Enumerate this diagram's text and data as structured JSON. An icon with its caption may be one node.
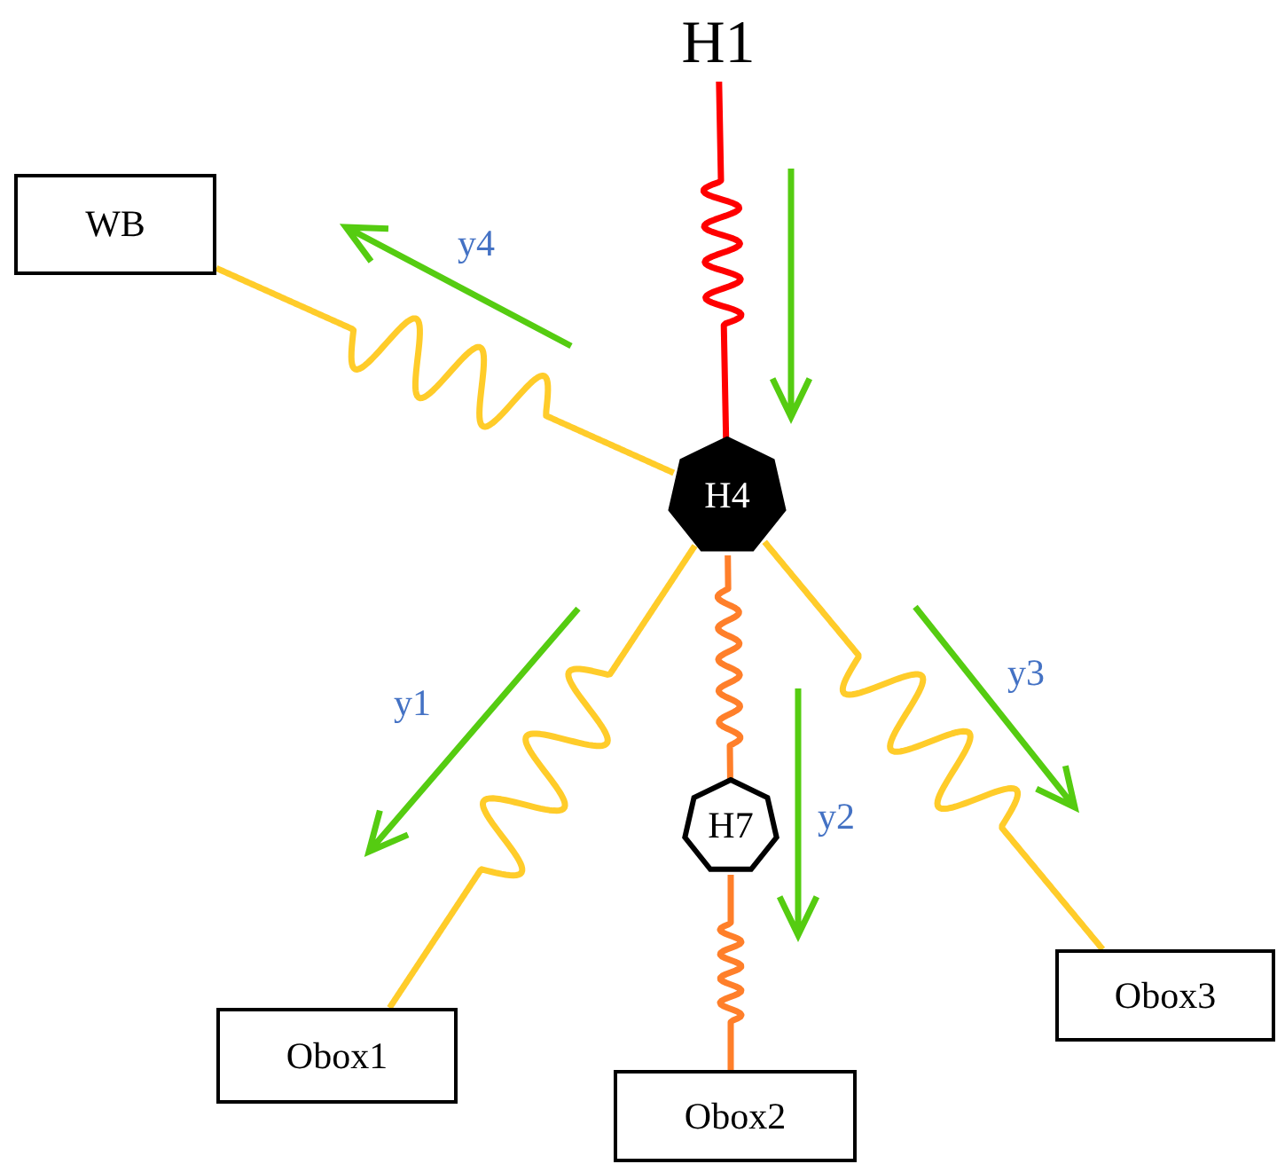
{
  "diagram": {
    "nodes": [
      {
        "text": [
          "H1"
        ]
      },
      {
        "text": [
          "WB"
        ]
      },
      {
        "text": [
          "H4"
        ]
      },
      {
        "text": [
          "H7"
        ]
      },
      {
        "text": [
          "Obox1"
        ]
      },
      {
        "text": [
          "Obox2"
        ]
      },
      {
        "text": [
          "Obox3"
        ]
      }
    ],
    "edges": [
      {
        "from": 0,
        "to": 2,
        "arrow": "none",
        "color": "#ff0000"
      },
      {
        "from": 2,
        "to": 1,
        "arrow": "none"
      },
      {
        "from": 2,
        "to": 4,
        "arrow": "none"
      },
      {
        "from": 2,
        "to": 3,
        "arrow": "none",
        "color": "#ff7f2a"
      },
      {
        "from": 3,
        "to": 5,
        "arrow": "none",
        "color": "#ff7f2a"
      },
      {
        "from": 2,
        "to": 6,
        "arrow": "none"
      }
    ],
    "labels": [
      "y4",
      "y1",
      "y2",
      "y3"
    ]
  }
}
